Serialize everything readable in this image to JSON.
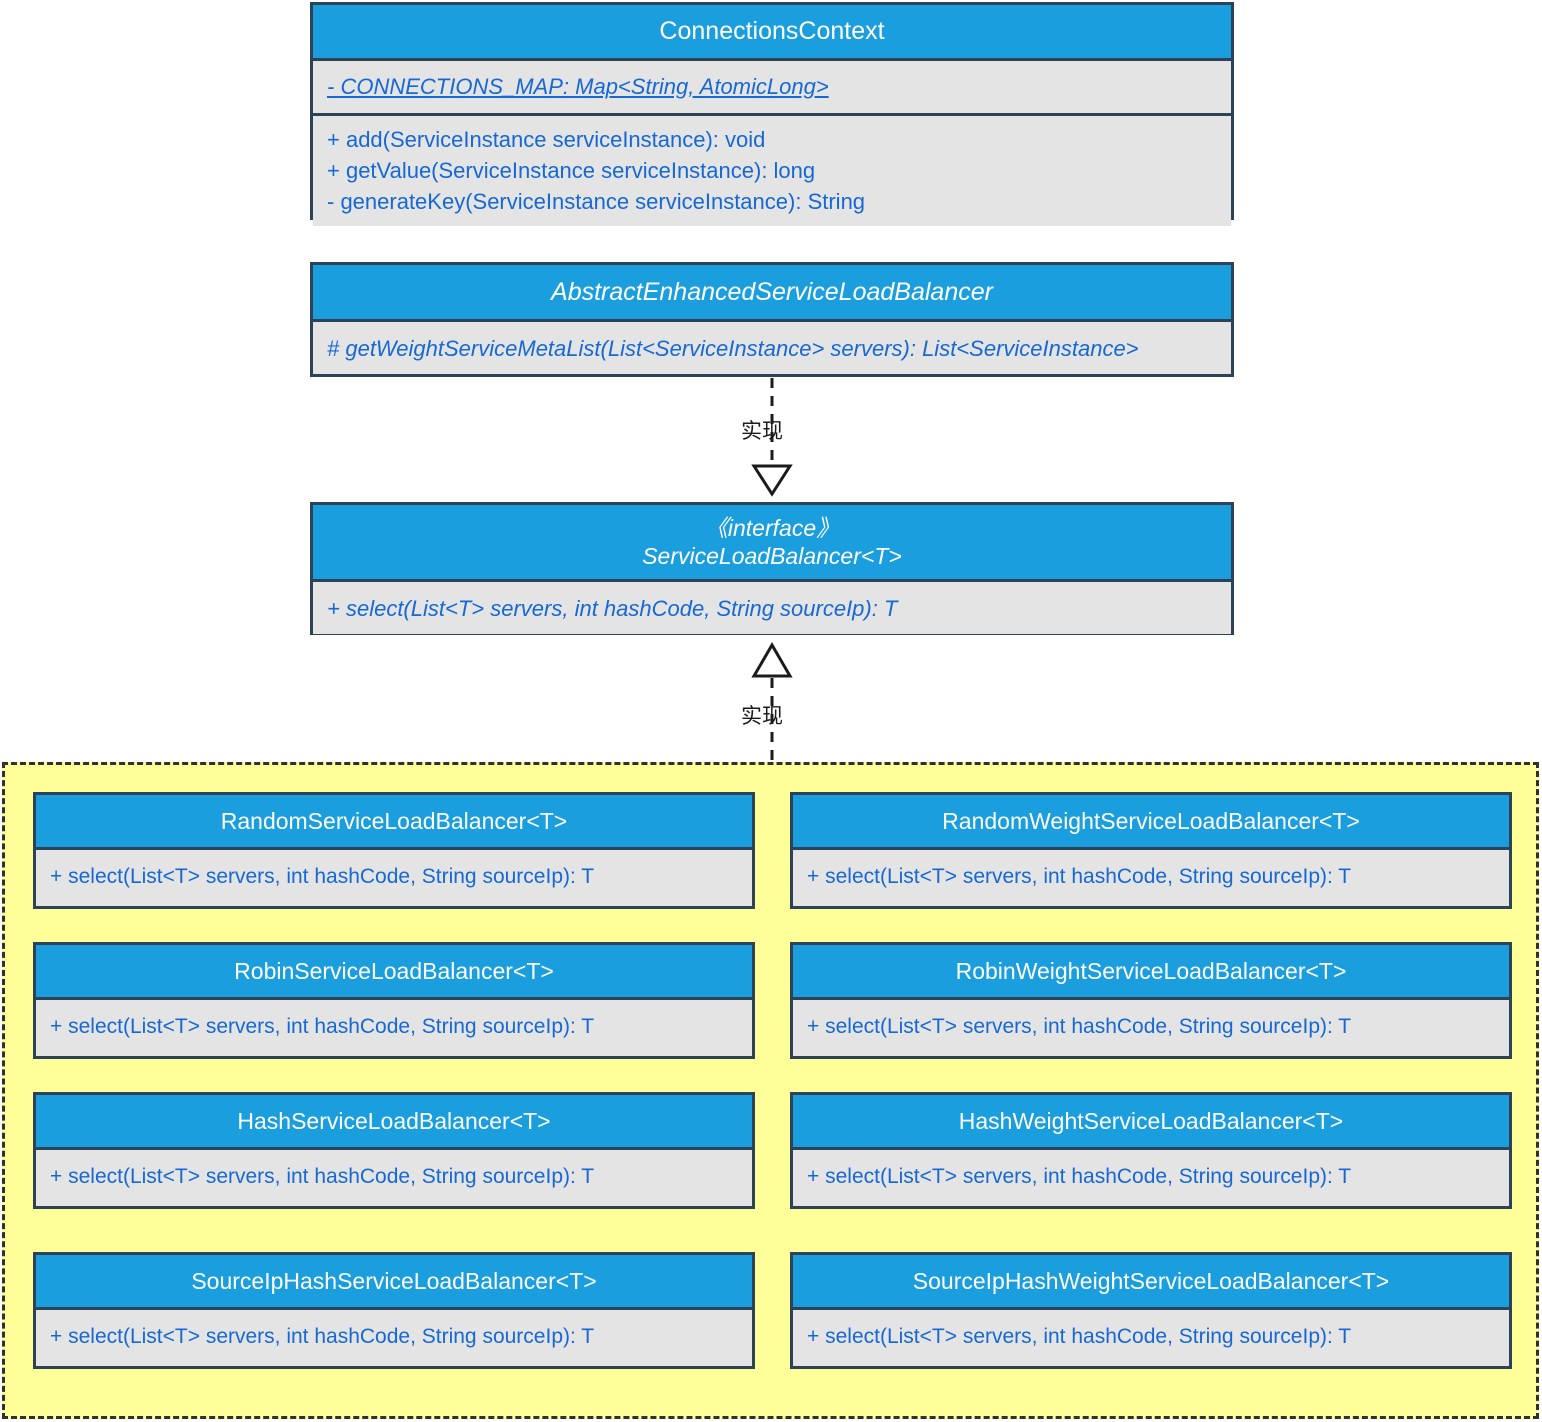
{
  "diagram": {
    "title": "ServiceLoadBalancer UML class diagram",
    "colors": {
      "header_blue": "#1b9ede",
      "body_gray": "#e4e4e4",
      "border": "#2b4257",
      "member_text_blue": "#1668d4",
      "group_yellow": "#ffff99",
      "group_border": "#30302f"
    }
  },
  "classes": {
    "connections_context": {
      "name": "ConnectionsContext",
      "attributes": [
        "- CONNECTIONS_MAP: Map<String, AtomicLong>"
      ],
      "operations": [
        "+ add(ServiceInstance serviceInstance): void",
        "+ getValue(ServiceInstance serviceInstance): long",
        "- generateKey(ServiceInstance serviceInstance): String"
      ]
    },
    "abstract_enhanced": {
      "name": "AbstractEnhancedServiceLoadBalancer",
      "operations": [
        "# getWeightServiceMetaList(List<ServiceInstance> servers): List<ServiceInstance>"
      ]
    },
    "service_load_balancer": {
      "stereotype": "《interface》",
      "name": "ServiceLoadBalancer<T>",
      "operations": [
        "+ select(List<T> servers, int hashCode, String sourceIp): T"
      ]
    }
  },
  "connectors": [
    {
      "id": "realize-abstract-to-interface",
      "label": "实现",
      "style": "dashed",
      "arrow": "hollow-triangle-down"
    },
    {
      "id": "realize-impls-to-interface",
      "label": "实现",
      "style": "dashed",
      "arrow": "hollow-triangle-up"
    }
  ],
  "implementations": {
    "group_label": "",
    "common_operation": "+ select(List<T> servers, int hashCode, String sourceIp): T",
    "items": [
      {
        "name": "RandomServiceLoadBalancer<T>",
        "operation": "+ select(List<T> servers, int hashCode, String sourceIp): T"
      },
      {
        "name": "RandomWeightServiceLoadBalancer<T>",
        "operation": "+ select(List<T> servers, int hashCode, String sourceIp): T"
      },
      {
        "name": "RobinServiceLoadBalancer<T>",
        "operation": "+ select(List<T> servers, int hashCode, String sourceIp): T"
      },
      {
        "name": "RobinWeightServiceLoadBalancer<T>",
        "operation": "+ select(List<T> servers, int hashCode, String sourceIp): T"
      },
      {
        "name": "HashServiceLoadBalancer<T>",
        "operation": "+ select(List<T> servers, int hashCode, String sourceIp): T"
      },
      {
        "name": "HashWeightServiceLoadBalancer<T>",
        "operation": "+ select(List<T> servers, int hashCode, String sourceIp): T"
      },
      {
        "name": "SourceIpHashServiceLoadBalancer<T>",
        "operation": "+ select(List<T> servers, int hashCode, String sourceIp): T"
      },
      {
        "name": "SourceIpHashWeightServiceLoadBalancer<T>",
        "operation": "+ select(List<T> servers, int hashCode, String sourceIp): T"
      }
    ]
  }
}
